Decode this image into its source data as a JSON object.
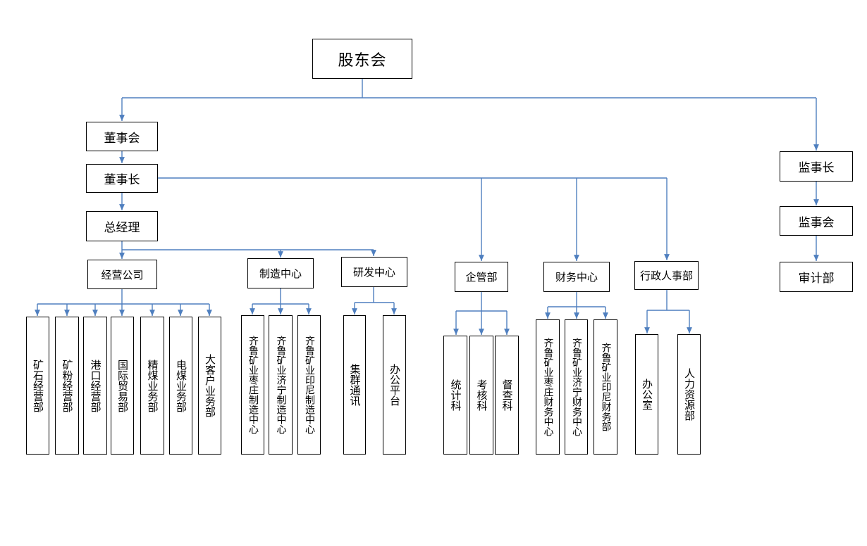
{
  "org_chart": {
    "root": "股东会",
    "board": "董事会",
    "chairman": "董事长",
    "general_manager": "总经理",
    "supervisor_chair": "监事长",
    "supervisory_board": "监事会",
    "audit_dept": "审计部",
    "business_company": {
      "label": "经营公司",
      "units": [
        "矿石经营部",
        "矿粉经营部",
        "港口经营部",
        "国际贸易部",
        "精煤业务部",
        "电煤业务部",
        "大客户业务部"
      ]
    },
    "manufacturing_center": {
      "label": "制造中心",
      "units": [
        "齐鲁矿业枣庄制造中心",
        "齐鲁矿业济宁制造中心",
        "齐鲁矿业印尼制造中心"
      ]
    },
    "rd_platform": {
      "label": "研发中心",
      "units": [
        "集群通讯",
        "办公平台"
      ]
    },
    "enterprise_mgmt": {
      "label": "企管部",
      "units": [
        "统计科",
        "考核科",
        "督查科"
      ]
    },
    "finance_center": {
      "label": "财务中心",
      "units": [
        "齐鲁矿业枣庄财务中心",
        "齐鲁矿业济宁财务中心",
        "齐鲁矿业印尼财务部"
      ]
    },
    "admin_hr": {
      "label": "行政人事部",
      "units": [
        "办公室",
        "人力资源部"
      ]
    }
  },
  "colors": {
    "connector": "#4f7fbf",
    "border": "#000000"
  }
}
